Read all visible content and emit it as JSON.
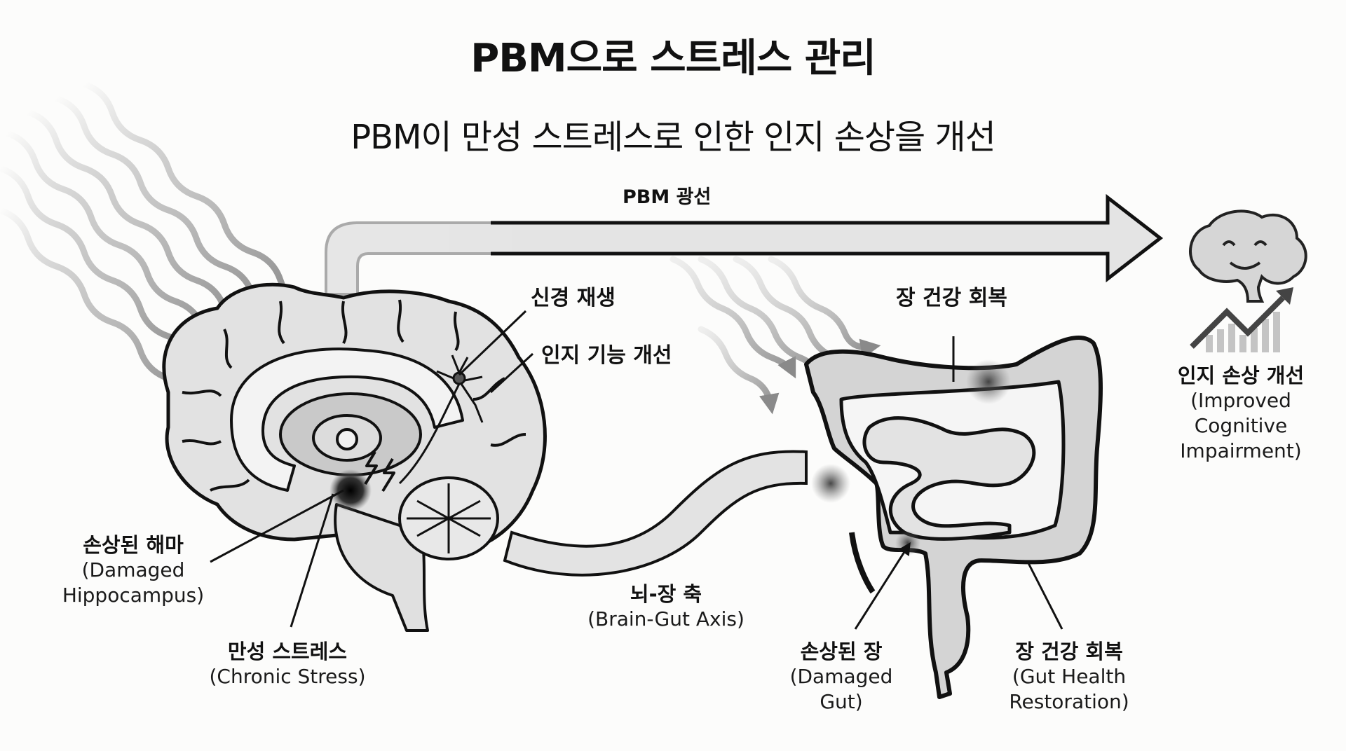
{
  "header": {
    "title": "PBM으로 스트레스 관리",
    "subtitle": "PBM이 만성 스트레스로 인한 인지 손상을 개선"
  },
  "arrow": {
    "label": "PBM 광선"
  },
  "brain_labels": {
    "neural_regeneration": "신경 재생",
    "cognitive_improvement": "인지 기능 개선",
    "damaged_hippocampus_ko": "손상된 해마",
    "damaged_hippocampus_en_1": "(Damaged",
    "damaged_hippocampus_en_2": "Hippocampus)",
    "chronic_stress_ko": "만성 스트레스",
    "chronic_stress_en": "(Chronic Stress)"
  },
  "axis_label": {
    "ko": "뇌-장 축",
    "en": "(Brain-Gut Axis)"
  },
  "gut_labels": {
    "gut_recovery_top": "장 건강 회복",
    "damaged_gut_ko": "손상된 장",
    "damaged_gut_en_1": "(Damaged",
    "damaged_gut_en_2": "Gut)",
    "gut_recovery_ko": "장 건강 회복",
    "gut_recovery_en_1": "(Gut Health",
    "gut_recovery_en_2": "Restoration)"
  },
  "outcome": {
    "ko": "인지 손상 개선",
    "en_1": "(Improved",
    "en_2": "Cognitive",
    "en_3": "Impairment)"
  },
  "colors": {
    "background": "#fcfcfb",
    "outline": "#111111",
    "organ_fill": "#d9d9d9",
    "light_fill": "#ececec",
    "wave": "#9a9a9a",
    "damage": "#2a2a2a"
  }
}
